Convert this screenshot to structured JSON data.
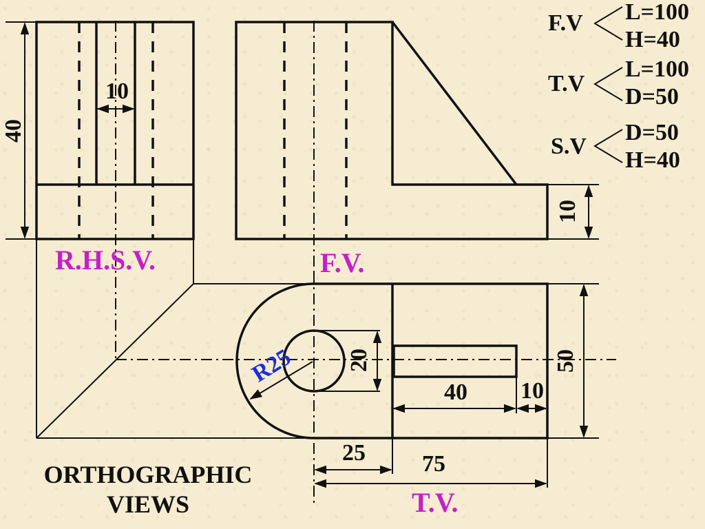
{
  "dimensions": {
    "fv_l": "L=100",
    "fv_h": "H=40",
    "tv_l": "L=100",
    "tv_d": "D=50",
    "sv_d": "D=50",
    "sv_h": "H=40",
    "overall_height": "40",
    "slot_width": "10",
    "base_height": "10",
    "hole_dia": "20",
    "radius": "R25",
    "slot_length": "40",
    "end_width": "10",
    "depth": "50",
    "center_dist": "25",
    "length_75": "75"
  },
  "specs": {
    "fv": "F.V",
    "tv": "T.V",
    "sv": "S.V"
  },
  "labels": {
    "rhsv": "R.H.S.V.",
    "fv": "F.V.",
    "tv": "T.V."
  },
  "title": {
    "line1": "ORTHOGRAPHIC",
    "line2": "VIEWS"
  },
  "colors": {
    "background": "#f6ecd2",
    "label": "#c51fc9",
    "radius_text": "#1c2fd6",
    "lines": "#111111"
  }
}
